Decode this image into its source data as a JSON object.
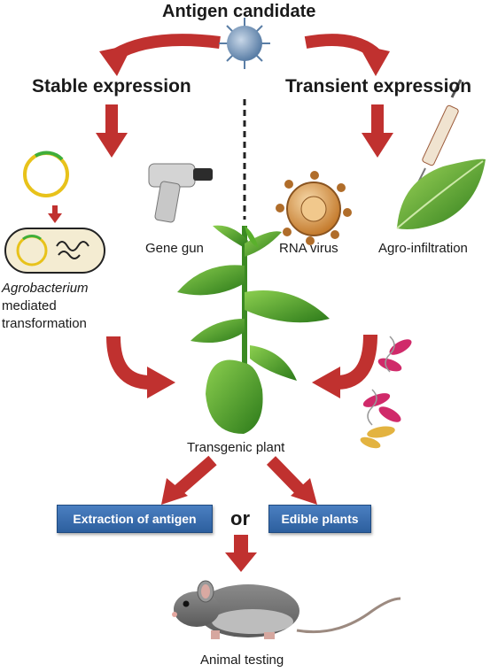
{
  "title": "Antigen candidate",
  "branches": {
    "stable": "Stable expression",
    "transient": "Transient expression"
  },
  "methods": {
    "gene_gun": "Gene gun",
    "rna_virus": "RNA virus",
    "agro_infiltration": "Agro-infiltration",
    "agrobacterium_italic": "Agrobacterium",
    "agrobacterium_line2": "mediated",
    "agrobacterium_line3": "transformation"
  },
  "center": {
    "transgenic_plant": "Transgenic plant"
  },
  "outputs": {
    "extraction": "Extraction of antigen",
    "or": "or",
    "edible": "Edible plants"
  },
  "final": {
    "animal_testing": "Animal testing"
  },
  "colors": {
    "arrow": "#c0312f",
    "box": "#3a6fb3",
    "leaf": "#3f9a2c"
  }
}
